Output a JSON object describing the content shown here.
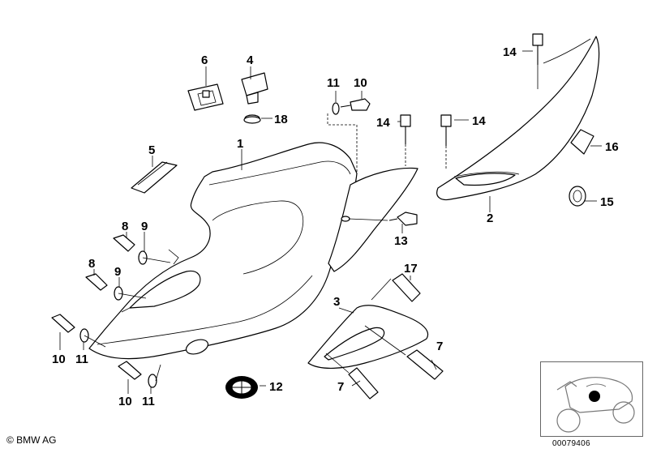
{
  "diagram": {
    "part_labels": {
      "p1": "1",
      "p2": "2",
      "p3": "3",
      "p4": "4",
      "p5": "5",
      "p6": "6",
      "p7a": "7",
      "p7b": "7",
      "p8a": "8",
      "p8b": "8",
      "p9a": "9",
      "p9b": "9",
      "p10a": "10",
      "p10b": "10",
      "p10c": "10",
      "p11a": "11",
      "p11b": "11",
      "p11c": "11",
      "p12": "12",
      "p13": "13",
      "p14a": "14",
      "p14b": "14",
      "p14c": "14",
      "p15": "15",
      "p16": "16",
      "p17": "17",
      "p18": "18"
    }
  },
  "footer": {
    "copyright": "© BMW AG",
    "image_number": "00079406"
  },
  "thumbnail": {
    "marker_color": "#000000"
  }
}
